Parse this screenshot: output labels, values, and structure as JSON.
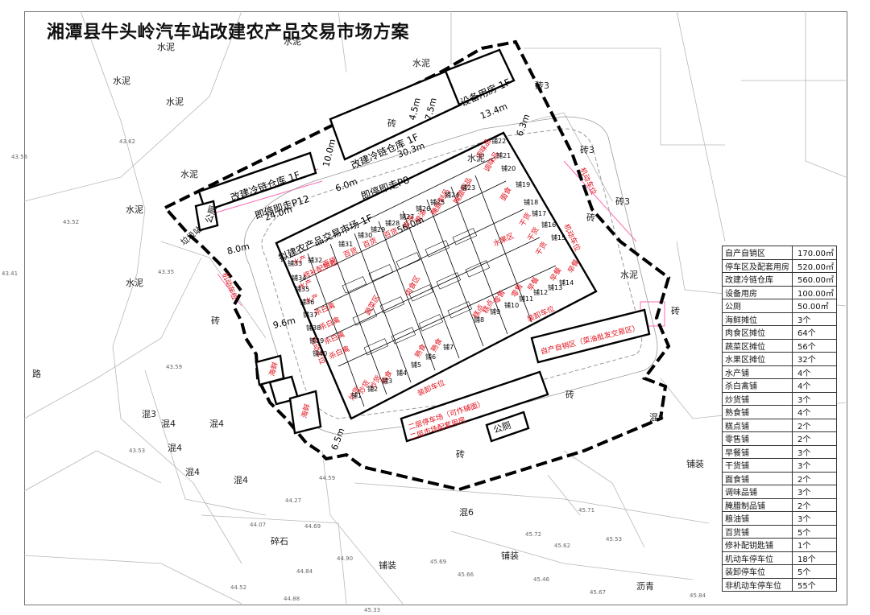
{
  "title": "湘潭县牛头岭汽车站改建农产品交易市场方案",
  "colors": {
    "boundary": "#000000",
    "red_text": "#e0101a",
    "pink_line": "#ff44aa",
    "gray_line": "#9a9a9a"
  },
  "buildings": {
    "cold_storage_1": "改建冷链仓库 1F",
    "cold_storage_2": "改建冷链仓库 1F",
    "equipment_room": "设备用房 1F",
    "market": "拟建农产品交易市场 1F",
    "restroom_1": "公厕",
    "restroom_2": "公厕",
    "trash_station": "垃圾站",
    "parking_p12": "即停即走P12",
    "parking_p8": "即停即走P8",
    "seafood": "海鲜",
    "seafood2": "海鲜",
    "upstairs_parking_1": "二层停车场（可作辅面）",
    "upstairs_parking_2": "二层市场配套用房",
    "self_sale": "自产自销区（菜油批发交易区）"
  },
  "dimensions": {
    "d1": "10.0m",
    "d2": "6.0m",
    "d3": "24.0m",
    "d4": "8.0m",
    "d5": "30.3m",
    "d6": "4.5m",
    "d7": "7.5m",
    "d8": "13.4m",
    "d9": "6.3m",
    "d10": "56.0m",
    "d11": "9.6m",
    "d12": "6.5m"
  },
  "ground_labels": {
    "shuini": "水泥",
    "zhuan": "砖",
    "hun3": "混3",
    "hun4": "混4",
    "hun6": "混6",
    "zhuan3": "砖3",
    "lu": "路",
    "suishi": "碎石",
    "puzhuang": "铺装",
    "liqing": "沥青"
  },
  "market_labels": {
    "shuichan": "水产",
    "shabaiqin": "杀白禽",
    "chaohuo": "炒货",
    "shushi": "熟食",
    "gaodian": "糕点",
    "lingshou": "零售",
    "zaocan": "早餐",
    "ganhuo": "干货",
    "mianshi": "面食",
    "tiaowei": "调味品",
    "larou": "腌腊制品",
    "liangyou": "粮油",
    "baihuo": "百货",
    "xiubu": "修补配钥匙",
    "roushi": "肉食区",
    "shucai": "蔬菜区",
    "shuiguo": "水果区",
    "zhuangxie": "装卸车位",
    "jidong": "机动车位"
  },
  "shops": {
    "p1": "铺1",
    "p2": "铺2",
    "p3": "铺3",
    "p4": "铺4",
    "p5": "铺5",
    "p6": "铺6",
    "p7": "铺7",
    "p8": "铺8",
    "p9": "铺9",
    "p10": "铺10",
    "p11": "铺11",
    "p12": "铺12",
    "p13": "铺13",
    "p14": "铺14",
    "p15": "铺15",
    "p16": "铺16",
    "p17": "铺17",
    "p18": "铺18",
    "p19": "铺19",
    "p20": "铺20",
    "p21": "铺21",
    "p22": "铺22",
    "p23": "铺23",
    "p24": "铺24",
    "p25": "铺25",
    "p26": "铺26",
    "p27": "铺27",
    "p28": "铺28",
    "p29": "铺29",
    "p30": "铺30",
    "p31": "铺31",
    "p32": "铺32",
    "p33": "铺33",
    "p34": "铺34",
    "p35": "铺35",
    "p36": "铺36",
    "p37": "铺37",
    "p38": "铺38",
    "p39": "铺39",
    "p40": "铺40"
  },
  "elevations": [
    "43.52",
    "43.59",
    "43.53",
    "44.27",
    "44.07",
    "44.59",
    "44.69",
    "44.90",
    "44.84",
    "44.52",
    "44.88",
    "45.69",
    "45.66",
    "45.33",
    "45.71",
    "45.72",
    "45.62",
    "45.53",
    "45.46",
    "45.67",
    "45.84",
    "43.35",
    "43.41",
    "43.62",
    "43.56"
  ],
  "legend": [
    [
      "自产自销区",
      "170.00㎡"
    ],
    [
      "停车区及配套用房",
      "520.00㎡"
    ],
    [
      "改建冷链仓库",
      "560.00㎡"
    ],
    [
      "设备用房",
      "100.00㎡"
    ],
    [
      "公厕",
      "50.00㎡"
    ],
    [
      "海鲜摊位",
      "3个"
    ],
    [
      "肉食区摊位",
      "64个"
    ],
    [
      "蔬菜区摊位",
      "56个"
    ],
    [
      "水果区摊位",
      "32个"
    ],
    [
      "水产铺",
      "4个"
    ],
    [
      "杀白禽铺",
      "4个"
    ],
    [
      "炒货铺",
      "3个"
    ],
    [
      "熟食铺",
      "4个"
    ],
    [
      "糕点铺",
      "2个"
    ],
    [
      "零售铺",
      "2个"
    ],
    [
      "早餐铺",
      "3个"
    ],
    [
      "干货铺",
      "3个"
    ],
    [
      "面食铺",
      "2个"
    ],
    [
      "调味品铺",
      "3个"
    ],
    [
      "腌腊制品铺",
      "2个"
    ],
    [
      "粮油铺",
      "3个"
    ],
    [
      "百货铺",
      "5个"
    ],
    [
      "修补配钥匙铺",
      "1个"
    ],
    [
      "机动车停车位",
      "18个"
    ],
    [
      "装卸停车位",
      "5个"
    ],
    [
      "非机动车停车位",
      "55个"
    ]
  ]
}
